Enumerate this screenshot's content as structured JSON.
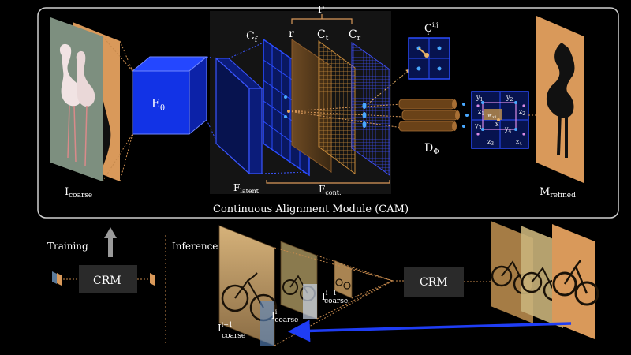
{
  "module": {
    "title": "Continuous Alignment Module (CAM)"
  },
  "encoder": {
    "symbol": "E",
    "subscript": "θ"
  },
  "decoder": {
    "symbol": "D",
    "subscript": "Φ"
  },
  "labels": {
    "i_coarse_main": "I",
    "i_coarse_main_sub": "coarse",
    "f_latent": "F",
    "f_latent_sub": "latent",
    "f_cont": "F",
    "f_cont_sub": "cont.",
    "c_f": "C",
    "c_f_sub": "f",
    "p": "P",
    "r": "r",
    "c_t": "C",
    "c_t_sub": "t",
    "c_r": "C",
    "c_r_sub": "r",
    "c_r_ij": "C",
    "c_r_ij_sub": "r",
    "c_r_ij_sup": "i,j",
    "m_refined": "M",
    "m_refined_sub": "refined"
  },
  "grid_labels": {
    "y1": "y",
    "y1_sub": "1",
    "y2": "y",
    "y2_sub": "2",
    "y3": "y",
    "y3_sub": "3",
    "y4": "y",
    "y4_sub": "4",
    "z1": "z",
    "z1_sub": "1",
    "z2": "z",
    "z2_sub": "2",
    "z3": "z",
    "z3_sub": "3",
    "z4": "z",
    "z4_sub": "4",
    "x": "x",
    "w": "w",
    "w_sub": "z1"
  },
  "bottom": {
    "training": "Training",
    "inference": "Inference",
    "crm_left": "CRM",
    "crm_right": "CRM",
    "i_i1": "I",
    "i_i1_sup": "i+1",
    "i_i1_sub": "coarse",
    "i_i": "I",
    "i_i_sup": "i",
    "i_i_sub": "coarse",
    "i_im1": "I",
    "i_im1_sup": "i−1",
    "i_im1_sub": "coarse"
  },
  "colors": {
    "accent_blue": "#1f3df5",
    "panel_orange": "#d9995a",
    "encoder_fill": "#1233e6",
    "dashed_orange": "#c78a4d",
    "grid_blue": "#1f3fe0",
    "crm_box": "#2a2a2a",
    "cam_border": "#cfcfcf"
  }
}
